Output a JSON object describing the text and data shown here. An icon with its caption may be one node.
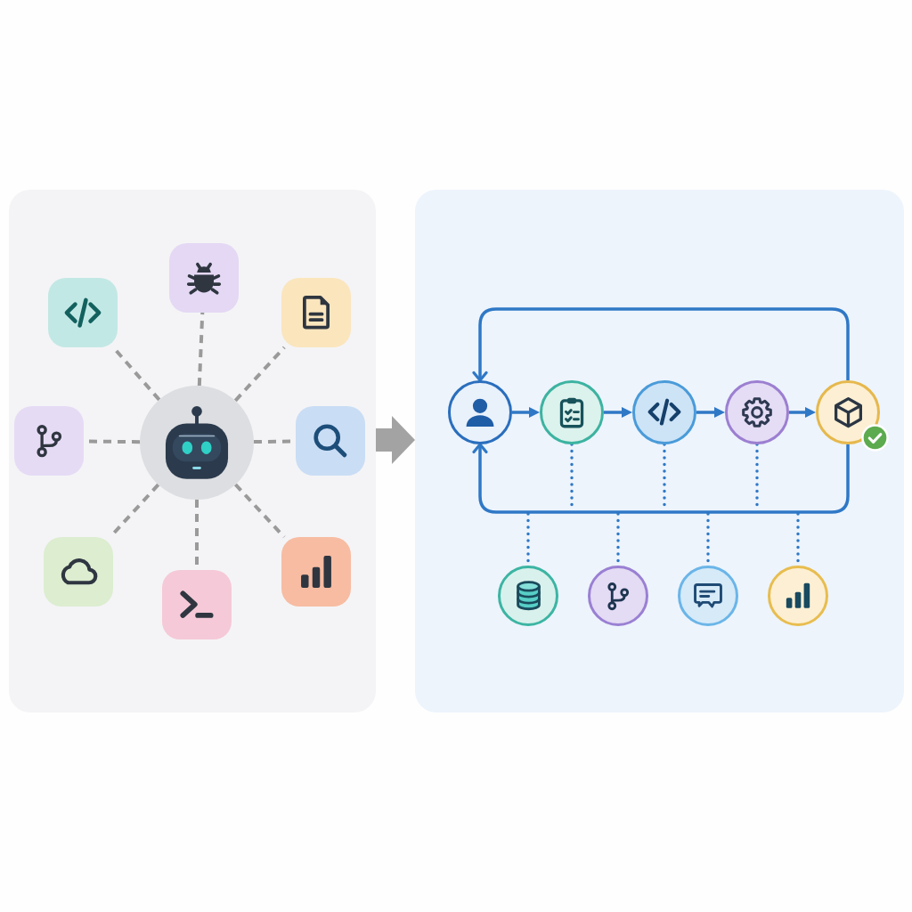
{
  "diagram": {
    "nodes": [
      {
        "text": [],
        "shape": "box"
      },
      {
        "text": [],
        "shape": "box",
        "in": 0
      },
      {
        "text": [],
        "shape": "box",
        "in": 0
      },
      {
        "text": [],
        "shape": "box",
        "in": 0
      },
      {
        "text": [],
        "shape": "box",
        "in": 0
      },
      {
        "text": [],
        "shape": "circle",
        "in": 0
      },
      {
        "text": [],
        "shape": "box",
        "in": 0
      },
      {
        "text": [],
        "shape": "box",
        "in": 0
      },
      {
        "text": [],
        "shape": "box",
        "in": 0
      },
      {
        "text": [],
        "shape": "box",
        "in": 0
      },
      {
        "text": [],
        "shape": "box"
      },
      {
        "text": [],
        "shape": "circle",
        "in": 10
      },
      {
        "text": [],
        "shape": "circle",
        "in": 10
      },
      {
        "text": [],
        "shape": "circle",
        "in": 10
      },
      {
        "text": [],
        "shape": "circle",
        "in": 10
      },
      {
        "text": [],
        "shape": "circle",
        "in": 10
      },
      {
        "text": [],
        "shape": "circle",
        "in": 10
      },
      {
        "text": [],
        "shape": "circle",
        "in": 10
      },
      {
        "text": [],
        "shape": "circle",
        "in": 10
      },
      {
        "text": [],
        "shape": "circle",
        "in": 10
      }
    ],
    "edges": [
      {
        "from": 5,
        "to": 1,
        "arrow": "none",
        "style": "dashed",
        "color": "#9a9a9a"
      },
      {
        "from": 5,
        "to": 2,
        "arrow": "none",
        "style": "dashed",
        "color": "#9a9a9a"
      },
      {
        "from": 5,
        "to": 3,
        "arrow": "none",
        "style": "dashed",
        "color": "#9a9a9a"
      },
      {
        "from": 5,
        "to": 4,
        "arrow": "none",
        "style": "dashed",
        "color": "#9a9a9a"
      },
      {
        "from": 5,
        "to": 6,
        "arrow": "none",
        "style": "dashed",
        "color": "#9a9a9a"
      },
      {
        "from": 5,
        "to": 7,
        "arrow": "none",
        "style": "dashed",
        "color": "#9a9a9a"
      },
      {
        "from": 5,
        "to": 8,
        "arrow": "none",
        "style": "dashed",
        "color": "#9a9a9a"
      },
      {
        "from": 5,
        "to": 9,
        "arrow": "none",
        "style": "dashed",
        "color": "#9a9a9a"
      },
      {
        "from": 0,
        "to": 10,
        "arrow": "to",
        "style": "thick",
        "color": "#a3a3a3"
      },
      {
        "from": 11,
        "to": 12,
        "arrow": "to"
      },
      {
        "from": 12,
        "to": 13,
        "arrow": "to"
      },
      {
        "from": 13,
        "to": 14,
        "arrow": "to"
      },
      {
        "from": 14,
        "to": 15,
        "arrow": "to"
      },
      {
        "from": 15,
        "to": 11,
        "arrow": "to"
      },
      {
        "from": 15,
        "to": 11,
        "arrow": "to"
      },
      {
        "from": 12,
        "to": null,
        "arrow": "none",
        "style": "dashed"
      },
      {
        "from": 13,
        "to": null,
        "arrow": "none",
        "style": "dashed"
      },
      {
        "from": 14,
        "to": null,
        "arrow": "none",
        "style": "dashed"
      },
      {
        "from": null,
        "to": 16,
        "arrow": "none",
        "style": "dashed"
      },
      {
        "from": null,
        "to": 17,
        "arrow": "none",
        "style": "dashed"
      },
      {
        "from": null,
        "to": 18,
        "arrow": "none",
        "style": "dashed"
      },
      {
        "from": null,
        "to": 19,
        "arrow": "none",
        "style": "dashed"
      }
    ]
  }
}
